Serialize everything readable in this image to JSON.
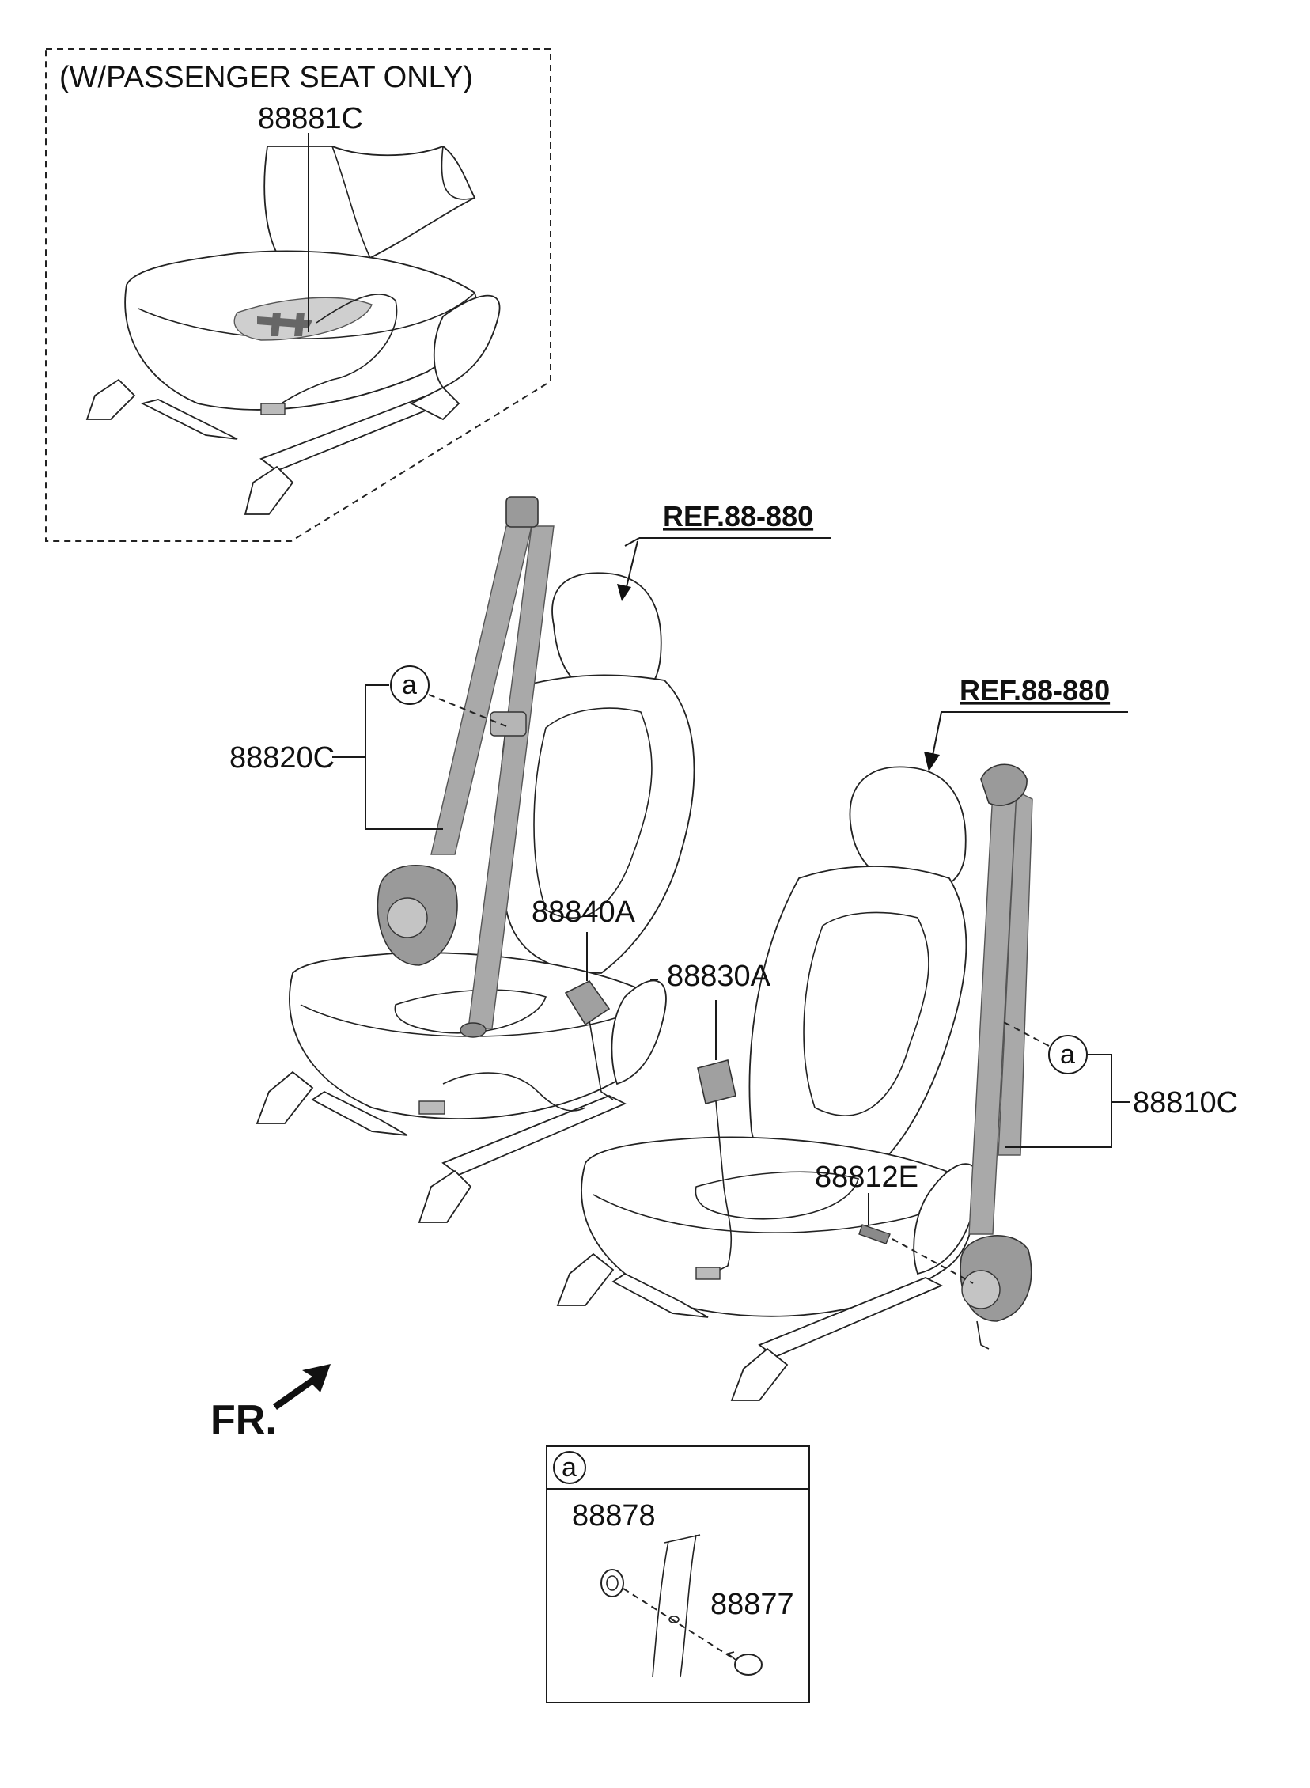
{
  "inset_heading": "(W/PASSENGER SEAT ONLY)",
  "parts": {
    "p88881C": "88881C",
    "p88820C": "88820C",
    "p88840A": "88840A",
    "p88830A": "88830A",
    "p88810C": "88810C",
    "p88812E": "88812E",
    "p88878": "88878",
    "p88877": "88877"
  },
  "refs": {
    "left": "REF.88-880",
    "right": "REF.88-880"
  },
  "callout": {
    "letter": "a"
  },
  "front_marker": "FR.",
  "colors": {
    "belt": "#a9a9a9",
    "line": "#1a1a1a",
    "background": "#ffffff"
  }
}
